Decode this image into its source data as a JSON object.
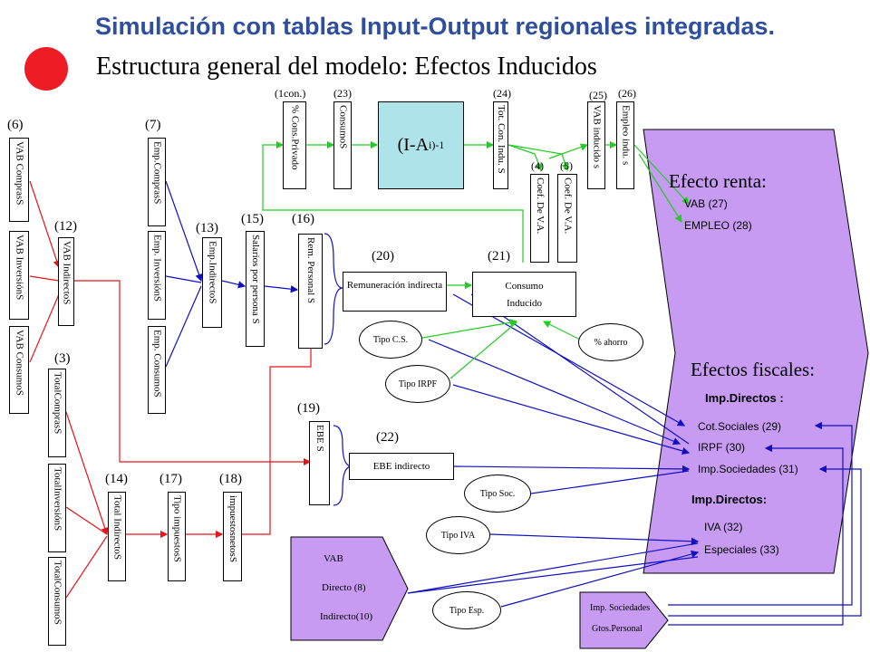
{
  "header": {
    "title": "Simulación con tablas Input-Output regionales integradas.",
    "subtitle": "Estructura general del modelo: Efectos Inducidos"
  },
  "nums": {
    "n6": "(6)",
    "n7": "(7)",
    "n12": "(12)",
    "n13": "(13)",
    "n15": "(15)",
    "n16": "(16)",
    "n3": "(3)",
    "n14": "(14)",
    "n17": "(17)",
    "n18": "(18)",
    "n19": "(19)",
    "n20": "(20)",
    "n21": "(21)",
    "n22": "(22)",
    "n1": "(1con.)",
    "n23": "(23)",
    "n24": "(24)",
    "n25": "(25)",
    "n26": "(26)",
    "n4": "(4)",
    "n5": "(5)"
  },
  "boxes": {
    "vab_compras": "VAB ComprasS",
    "vab_inversion": "VAB InversiónS",
    "vab_consumo": "VAB ConsumoS",
    "vab_indirecto": "VAB IndirectoS",
    "emp_compras": "Emp.ComprasS",
    "emp_inversion": "Emp. InversiónS",
    "emp_consumo": "Emp. ConsumoS",
    "emp_indirecto": "Emp.IndirectoS",
    "salarios": "Salarios por persona S",
    "rem_personal": "Rem. Personal S",
    "total_compras": "TotalComprasS",
    "total_inversion": "TotalInversiónS",
    "total_consumo": "TotalConsumoS",
    "total_indirecto": "Total IndirectoS",
    "tipo_impuestos": "Tipo impuestosS",
    "impuestos_netos": "impuestosnetosS",
    "ebe_s": "EBE S",
    "pct_consumo": "% Cons.Privado",
    "consumo_s": "ConsumoS",
    "tot_con_indu": "Tot. Con. Indu. S",
    "coef_va_4": "Coef. De V.A.",
    "coef_va_5": "Coef. De V.A.",
    "vab_inducido": "VAB inducido s",
    "empleo_indu": "Empleo indu. s"
  },
  "matrix": {
    "base": "(I-A",
    "sub": "i",
    "sup": ")-1"
  },
  "hboxes": {
    "remuneracion": "Remuneración indirecta",
    "consumo_inducido_1": "Consumo",
    "consumo_inducido_2": "Inducido",
    "ebe_indirecto": "EBE indirecto"
  },
  "ellipses": {
    "tipo_cs": "Tipo C.S.",
    "tipo_irpf": "Tipo IRPF",
    "pct_ahorro": "% ahorro",
    "tipo_soc": "Tipo Soc.",
    "tipo_iva": "Tipo IVA",
    "tipo_esp": "Tipo Esp."
  },
  "vab_shape": {
    "title": "VAB",
    "directo": "Directo  (8)",
    "indirecto": "Indirecto(10)"
  },
  "imp_shape": {
    "line1": "Imp. Sociedades",
    "line2": "Gtos.Personal"
  },
  "effects": {
    "renta_title": "Efecto renta:",
    "vab": "VAB (27)",
    "empleo": "EMPLEO (28)",
    "fiscales_title": "Efectos fiscales:",
    "imp_directos_1": "Imp.Directos :",
    "cot_sociales": "Cot.Sociales (29)",
    "irpf": "IRPF (30)",
    "imp_sociedades": "Imp.Sociedades (31)",
    "imp_directos_2": "Imp.Directos:",
    "iva": "IVA (32)",
    "especiales": "Especiales  (33)"
  },
  "colors": {
    "title": "#2f4f9e",
    "panel": "#c79bf2",
    "teal": "#aee3ea",
    "red": "#e8141c",
    "blue": "#1010c0",
    "green": "#22cc22"
  }
}
